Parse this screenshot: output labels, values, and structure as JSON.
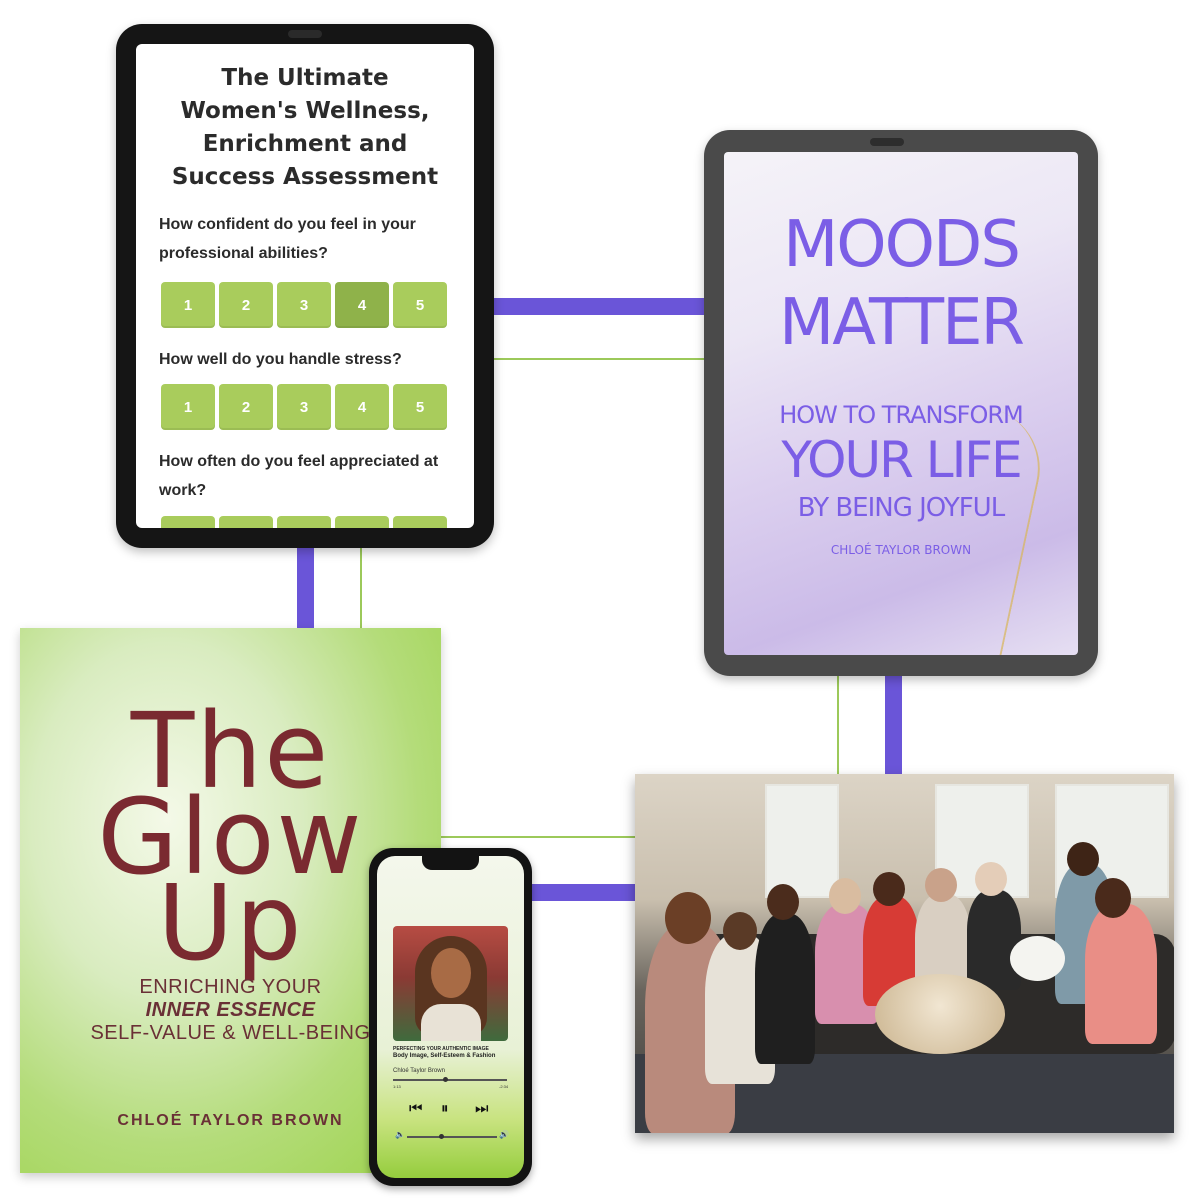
{
  "assessment": {
    "title": "The Ultimate\nWomen's Wellness,\nEnrichment and\nSuccess Assessment",
    "questions": [
      {
        "text": "How confident do you feel in your professional abilities?",
        "selected": 4
      },
      {
        "text": "How well do you handle stress?",
        "selected": null
      },
      {
        "text": "How often do you feel appreciated at work?",
        "selected": null
      }
    ],
    "scale_labels": [
      "1",
      "2",
      "3",
      "4",
      "5"
    ]
  },
  "moods_book": {
    "title_line1": "MOODS",
    "title_line2": "MATTER",
    "subtitle_line1": "HOW TO TRANSFORM",
    "subtitle_line2": "YOUR LIFE",
    "subtitle_line3": "BY BEING JOYFUL",
    "author": "CHLOÉ TAYLOR BROWN"
  },
  "glow_book": {
    "word1": "The",
    "word2": "Glow",
    "word3": "Up",
    "sub_line1": "ENRICHING YOUR",
    "sub_line2": "INNER ESSENCE",
    "sub_line3": "SELF-VALUE & WELL-BEING",
    "author": "CHLOÉ TAYLOR BROWN"
  },
  "podcast": {
    "title_line1": "PERFECTING YOUR AUTHENTIC IMAGE",
    "title_line2": "Body Image, Self-Esteem & Fashion",
    "author": "Chloé Taylor Brown",
    "time_elapsed": "1:13",
    "time_remaining": "-2:34",
    "icons": {
      "prev": "⏮",
      "pause": "⏸",
      "next": "⏭",
      "volume_low": "🔈",
      "volume_high": "🔊"
    }
  },
  "colors": {
    "accent_purple": "#6a55d8",
    "accent_green": "#9cc95a",
    "scale_green": "#a9cc5c",
    "glow_maroon": "#7a2a30",
    "moods_violet": "#7b5ee6"
  }
}
